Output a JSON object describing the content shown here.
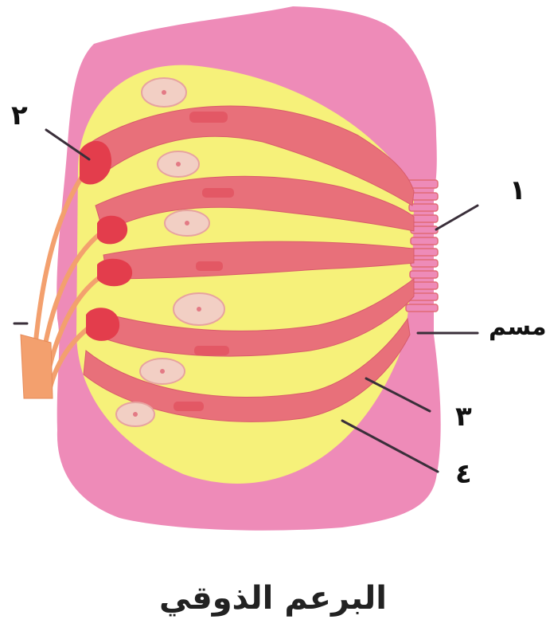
{
  "labels": {
    "l1": "١",
    "l2": "٢",
    "l3": "٣",
    "l4": "٤",
    "pore": "مسم"
  },
  "caption": "البرعم الذوقي",
  "colors": {
    "epithelium": "#ee8bb8",
    "supporting_cell": "#f6f17a",
    "receptor_cell": "#e8707a",
    "nucleus": "#f2cfc4",
    "nerve_fiber": "#f3a06e",
    "synapse": "#e33d4c",
    "leader": "#3a2f3a"
  }
}
